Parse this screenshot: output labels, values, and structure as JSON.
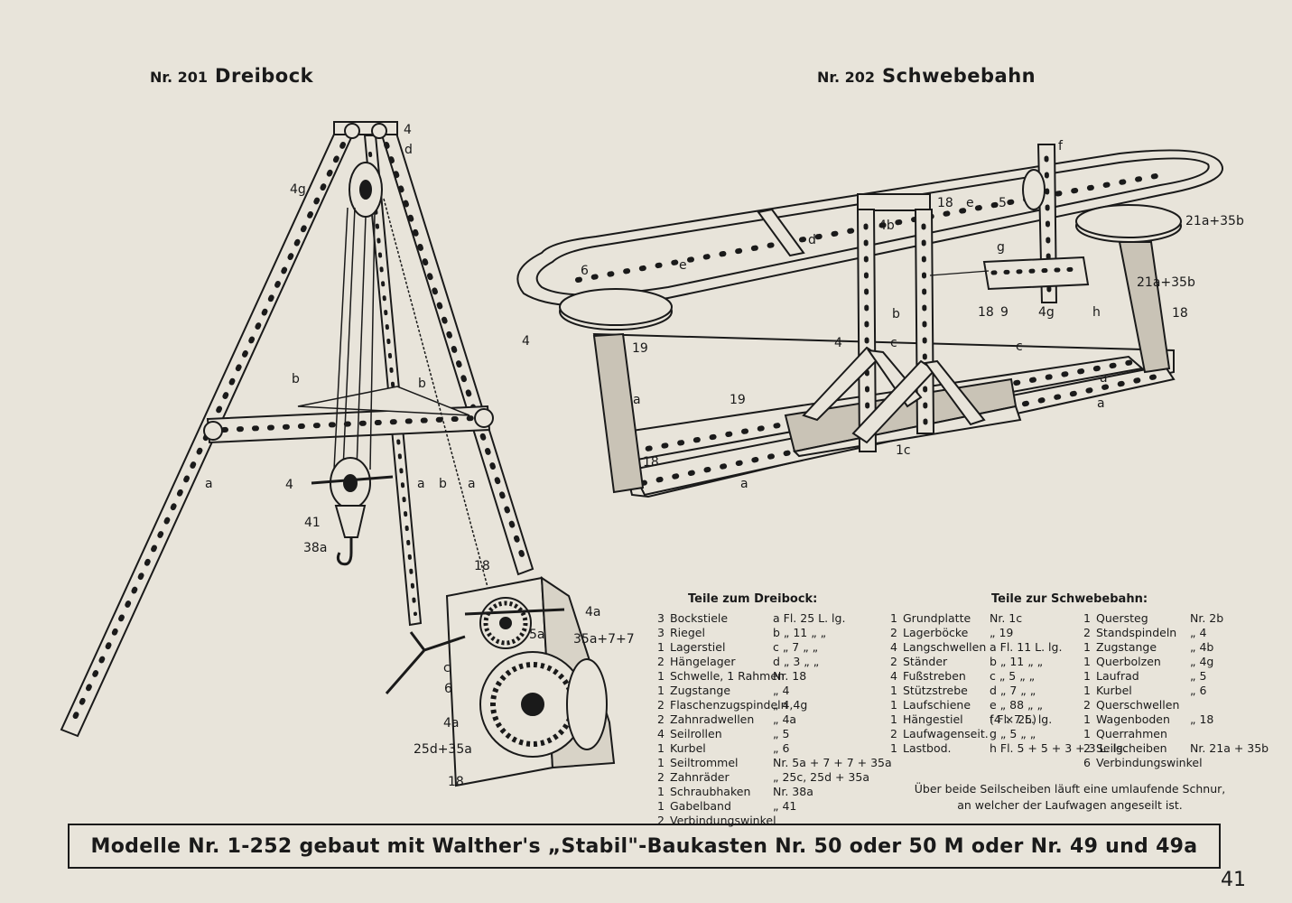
{
  "models": [
    {
      "number": "Nr. 201",
      "name": "Dreibock"
    },
    {
      "number": "Nr. 202",
      "name": "Schwebebahn"
    }
  ],
  "dreibock_labels": [
    "4",
    "d",
    "4g",
    "b",
    "b",
    "a",
    "4",
    "a",
    "b",
    "a",
    "41",
    "38a",
    "18",
    "4a",
    "35a+7+7",
    "5a",
    "c",
    "6",
    "4a",
    "25d+35a",
    "18"
  ],
  "schwebebahn_labels": [
    "f",
    "18",
    "e",
    "5",
    "21a+35b",
    "4b",
    "d",
    "g",
    "6",
    "e",
    "b",
    "18",
    "9",
    "4g",
    "h",
    "18",
    "19",
    "4",
    "21a+35b",
    "4",
    "c",
    "c",
    "a",
    "19",
    "a",
    "a",
    "18",
    "a",
    "1c"
  ],
  "parts_dreibock": {
    "heading": "Teile zum Dreibock:",
    "items": [
      {
        "qty": "3",
        "name": "Bockstiele",
        "ref": "a Fl. 25 L. lg."
      },
      {
        "qty": "3",
        "name": "Riegel",
        "ref": "b „ 11 „ „"
      },
      {
        "qty": "1",
        "name": "Lagerstiel",
        "ref": "c „ 7 „ „"
      },
      {
        "qty": "2",
        "name": "Hängelager",
        "ref": "d „ 3 „ „"
      },
      {
        "qty": "1",
        "name": "Schwelle, 1 Rahmen",
        "ref": "Nr. 18"
      },
      {
        "qty": "1",
        "name": "Zugstange",
        "ref": "„ 4"
      },
      {
        "qty": "2",
        "name": "Flaschenzugspindeln",
        "ref": "„ 4,4g"
      },
      {
        "qty": "2",
        "name": "Zahnradwellen",
        "ref": "„ 4a"
      },
      {
        "qty": "4",
        "name": "Seilrollen",
        "ref": "„ 5"
      },
      {
        "qty": "1",
        "name": "Kurbel",
        "ref": "„ 6"
      },
      {
        "qty": "1",
        "name": "Seiltrommel",
        "ref": "Nr. 5a + 7 + 7 + 35a"
      },
      {
        "qty": "2",
        "name": "Zahnräder",
        "ref": "„ 25c, 25d + 35a"
      },
      {
        "qty": "1",
        "name": "Schraubhaken",
        "ref": "Nr. 38a"
      },
      {
        "qty": "1",
        "name": "Gabelband",
        "ref": "„ 41"
      },
      {
        "qty": "2",
        "name": "Verbindungswinkel",
        "ref": ""
      }
    ]
  },
  "parts_schwebebahn": {
    "heading": "Teile zur Schwebebahn:",
    "left": [
      {
        "qty": "1",
        "name": "Grundplatte",
        "ref": "Nr. 1c"
      },
      {
        "qty": "2",
        "name": "Lagerböcke",
        "ref": "„ 19"
      },
      {
        "qty": "4",
        "name": "Langschwellen",
        "ref": "a Fl. 11 L. lg."
      },
      {
        "qty": "2",
        "name": "Ständer",
        "ref": "b „ 11 „ „"
      },
      {
        "qty": "4",
        "name": "Fußstreben",
        "ref": "c „ 5 „ „"
      },
      {
        "qty": "1",
        "name": "Stützstrebe",
        "ref": "d „ 7 „ „"
      },
      {
        "qty": "1",
        "name": "Laufschiene",
        "ref": "e „ 88 „ „"
      },
      {
        "qty": "",
        "name": "",
        "ref": "(4 × 25)"
      },
      {
        "qty": "1",
        "name": "Hängestiel",
        "ref": "f Fl. 7 L. lg."
      },
      {
        "qty": "2",
        "name": "Laufwagenseit.",
        "ref": "g „ 5 „ „"
      },
      {
        "qty": "1",
        "name": "Lastbod.",
        "ref": "h Fl. 5 + 5 + 3 + 3 L. lg."
      }
    ],
    "right": [
      {
        "qty": "1",
        "name": "Quersteg",
        "ref": "Nr. 2b"
      },
      {
        "qty": "2",
        "name": "Standspindeln",
        "ref": "„ 4"
      },
      {
        "qty": "1",
        "name": "Zugstange",
        "ref": "„ 4b"
      },
      {
        "qty": "1",
        "name": "Querbolzen",
        "ref": "„ 4g"
      },
      {
        "qty": "1",
        "name": "Laufrad",
        "ref": "„ 5"
      },
      {
        "qty": "1",
        "name": "Kurbel",
        "ref": "„ 6"
      },
      {
        "qty": "2",
        "name": "Querschwellen",
        "ref": ""
      },
      {
        "qty": "1",
        "name": "Wagenboden",
        "ref": "„ 18"
      },
      {
        "qty": "1",
        "name": "Querrahmen",
        "ref": ""
      },
      {
        "qty": "2",
        "name": "Seilscheiben",
        "ref": "Nr. 21a + 35b"
      },
      {
        "qty": "6",
        "name": "Verbindungswinkel",
        "ref": ""
      }
    ]
  },
  "note_lines": [
    "Über beide Seilscheiben läuft eine umlaufende Schnur,",
    "an welcher der Laufwagen angeseilt ist."
  ],
  "banner": "Modelle Nr. 1-252 gebaut mit Walther's „Stabil\"-Baukasten Nr. 50 oder 50 M oder Nr. 49 und 49a",
  "page_number": "41"
}
